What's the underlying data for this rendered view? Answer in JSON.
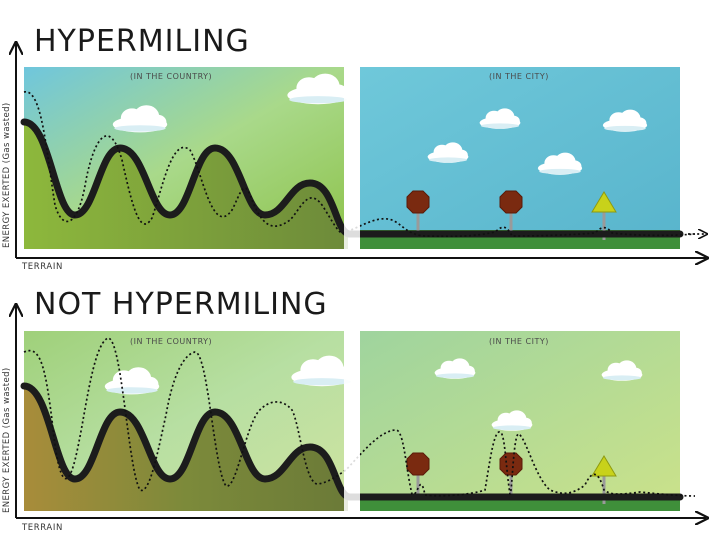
{
  "top": {
    "title": "HYPERMILING",
    "ylabel": "ENERGY EXERTED (Gas wasted)",
    "xlabel": "TERRAIN",
    "left_region": "(IN THE COUNTRY)",
    "right_region": "(IN THE CITY)"
  },
  "bottom": {
    "title": "NOT HYPERMILING",
    "ylabel": "ENERGY EXERTED (Gas wasted)",
    "xlabel": "TERRAIN",
    "left_region": "(IN THE COUNTRY)",
    "right_region": "(IN THE CITY)"
  },
  "colors": {
    "terrain_line": "#1c1c1c",
    "hill_green": "#7fa63a",
    "sky_blue": "#5fbcd6",
    "stop_sign": "#7a2a10",
    "yield_sign": "#c8d21a"
  },
  "icons": [
    "cloud-icon",
    "stop-sign-icon",
    "yield-sign-icon"
  ]
}
